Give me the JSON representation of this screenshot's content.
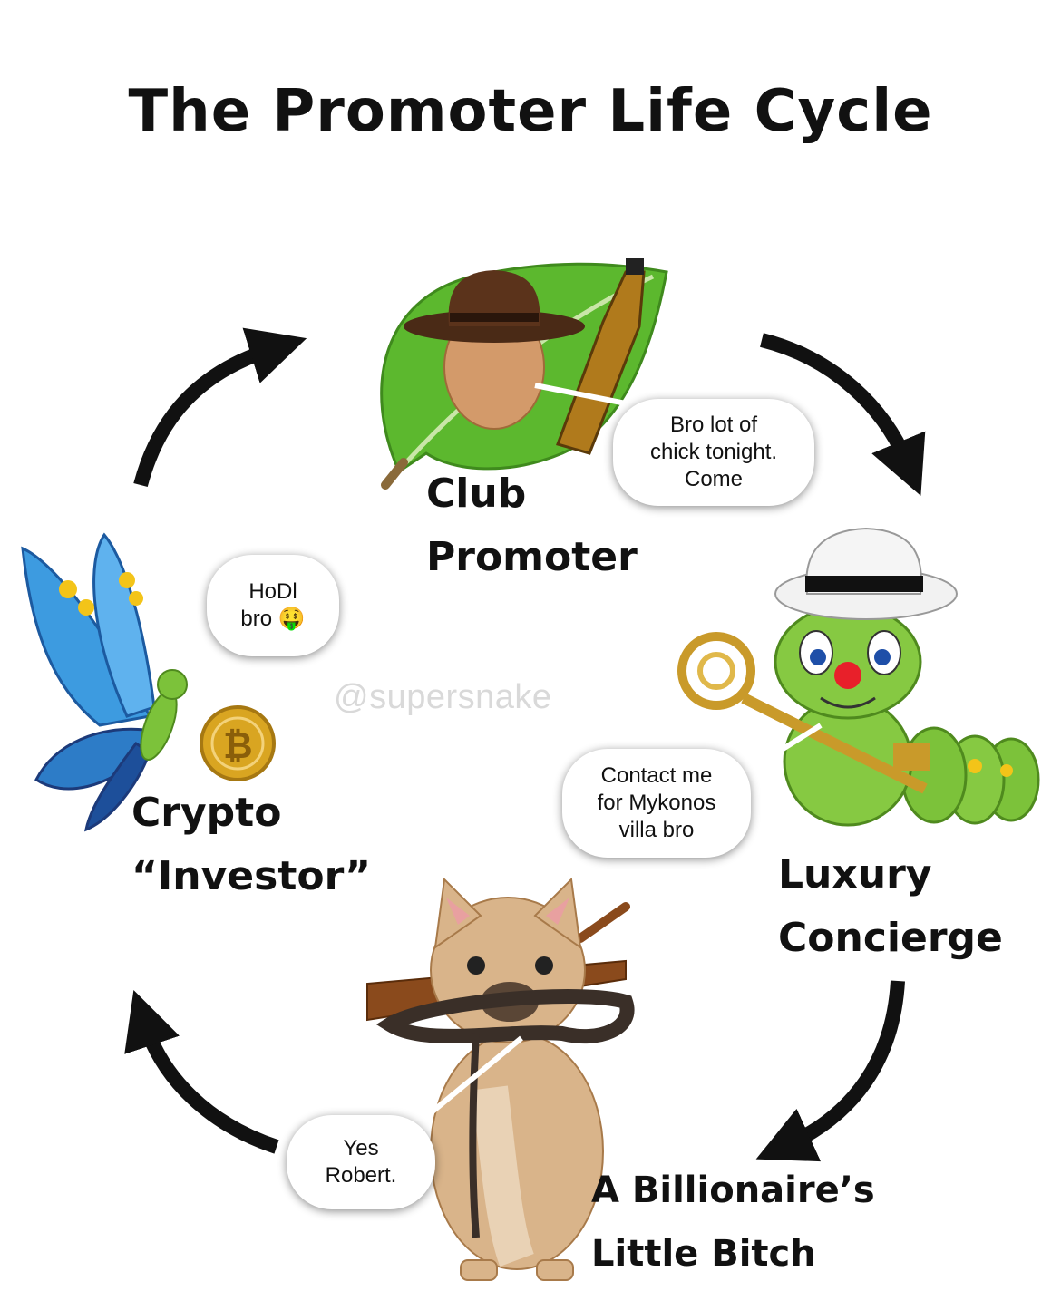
{
  "title": "The Promoter Life Cycle",
  "watermark": "@supersnake",
  "stages": {
    "club": {
      "line1": "Club",
      "line2": "Promoter",
      "bubble_line1": "Bro lot of",
      "bubble_line2": "chick tonight.",
      "bubble_line3": "Come"
    },
    "concierge": {
      "line1": "Luxury",
      "line2": "Concierge",
      "bubble_line1": "Contact me",
      "bubble_line2": "for Mykonos",
      "bubble_line3": "villa bro"
    },
    "dog": {
      "line1": "A Billionaire’s",
      "line2": "Little Bitch",
      "bubble_line1": "Yes",
      "bubble_line2": "Robert."
    },
    "crypto": {
      "line1": "Crypto",
      "line2": "“Investor”",
      "bubble_line1": "HoDl",
      "bubble_line2": "bro 🤑"
    }
  },
  "icons": [
    "leaf-icon",
    "cowboy-hat-icon",
    "egg-icon",
    "tequila-bottle-icon",
    "caterpillar-icon",
    "white-hat-icon",
    "golden-key-icon",
    "french-bulldog-icon",
    "leash-icon",
    "branch-icon",
    "butterfly-icon",
    "bitcoin-coin-icon",
    "cycle-arrow-icon"
  ],
  "colors": {
    "arrow": "#111111",
    "leaf": "#5cb82e",
    "caterpillar": "#7cc23a",
    "butterfly": "#3d9be0",
    "coin": "#d9a521",
    "dog": "#d9b48a"
  }
}
